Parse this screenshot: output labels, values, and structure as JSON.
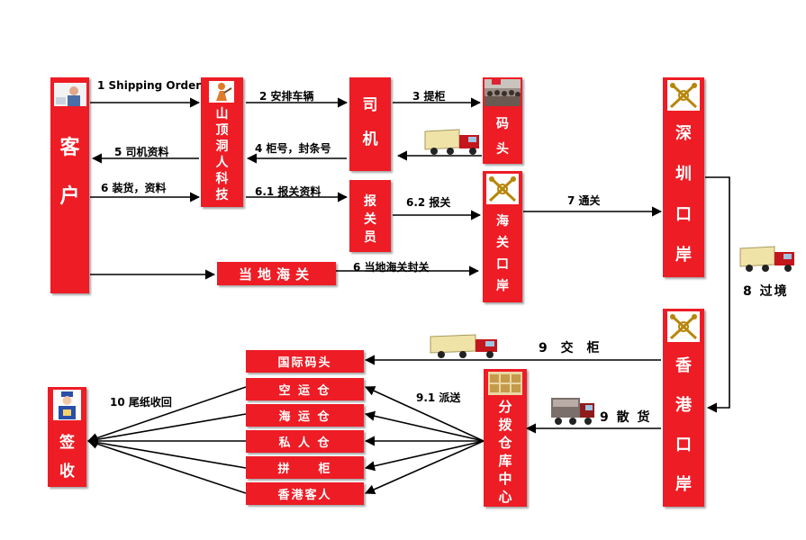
{
  "nodes": {
    "customer": {
      "chars": [
        "客",
        "户"
      ]
    },
    "agent": {
      "chars": [
        "山",
        "顶",
        "洞",
        "人",
        "科",
        "技"
      ]
    },
    "driver": {
      "chars": [
        "司",
        "机"
      ]
    },
    "terminal": {
      "chars": [
        "码",
        "头"
      ]
    },
    "broker": {
      "chars": [
        "报",
        "关",
        "员"
      ]
    },
    "port_customs": {
      "chars": [
        "海",
        "关",
        "口",
        "岸"
      ]
    },
    "local_customs": {
      "label": "当地海关"
    },
    "shenzhen": {
      "chars": [
        "深",
        "圳",
        "口",
        "岸"
      ]
    },
    "hongkong": {
      "chars": [
        "香",
        "港",
        "口",
        "岸"
      ]
    },
    "distribution": {
      "chars": [
        "分",
        "拨",
        "仓",
        "库",
        "中",
        "心"
      ]
    },
    "sign": {
      "chars": [
        "签",
        "收"
      ]
    },
    "destinations": [
      "国际码头",
      "空 运 仓",
      "海 运 仓",
      "私 人 仓",
      "拼　　柜",
      "香港客人"
    ]
  },
  "labels": {
    "s1": "1 Shipping Order",
    "s2": "2 安排车辆",
    "s3": "3 提柜",
    "s4": "4 柜号，封条号",
    "s5": "5 司机资料",
    "s6": "6 装货，资料",
    "s61": "6.1 报关资料",
    "s62": "6.2 报关",
    "s6b": "6 当地海关封关",
    "s7": "7 通关",
    "s8": "8 过境",
    "s9a": "9 交 柜",
    "s9b": "9 散 货",
    "s91": "9.1 派送",
    "s10": "10 尾纸收回"
  },
  "colors": {
    "box": "#ee1c25",
    "text": "#ffffff",
    "arrow": "#000000"
  },
  "icons": {
    "customer": "businessman-icon",
    "agent": "worker-icon",
    "terminal": "port-crowd-icon",
    "customs": "customs-emblem-icon",
    "sign": "courier-icon",
    "distribution": "warehouse-boxes-icon",
    "truck": "container-truck-icon"
  }
}
